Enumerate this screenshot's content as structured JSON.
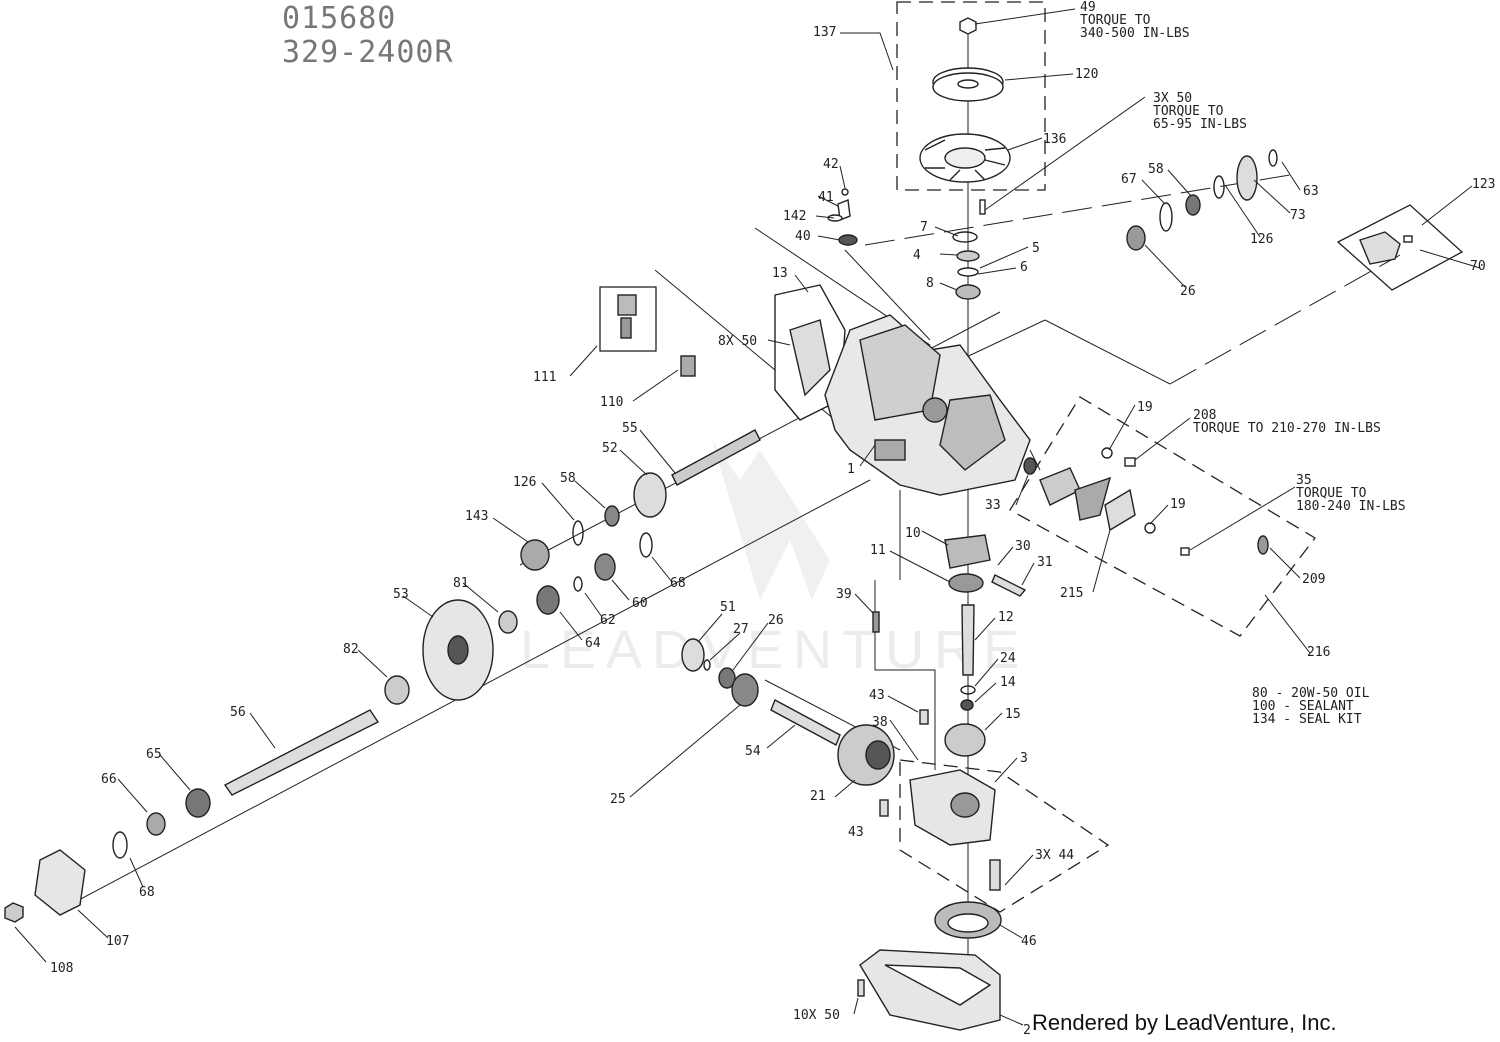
{
  "header": {
    "code1": "015680",
    "code2": "329-2400R"
  },
  "footer": {
    "text": "Rendered by LeadVenture, Inc."
  },
  "watermark": {
    "text": "LEADVENTURE",
    "color": "#ececec"
  },
  "notes": {
    "n49": [
      "49",
      "TORQUE TO",
      "340-500 IN-LBS"
    ],
    "n3x50": [
      "3X 50",
      "TORQUE TO",
      "65-95 IN-LBS"
    ],
    "n208": [
      "208",
      "TORQUE TO 210-270 IN-LBS"
    ],
    "n35": [
      "35",
      "TORQUE TO",
      "180-240 IN-LBS"
    ],
    "fluids": [
      "80 - 20W-50 OIL",
      "100 - SEALANT",
      "134 - SEAL KIT"
    ]
  },
  "labels": [
    "137",
    "120",
    "136",
    "123",
    "63",
    "73",
    "126",
    "67",
    "58",
    "26",
    "70",
    "42",
    "41",
    "142",
    "40",
    "7",
    "4",
    "5",
    "6",
    "8",
    "13",
    "8X 50",
    "111",
    "110",
    "1",
    "19",
    "208",
    "33",
    "10",
    "30",
    "31",
    "11",
    "35",
    "19",
    "215",
    "209",
    "216",
    "39",
    "12",
    "24",
    "14",
    "15",
    "3",
    "43",
    "38",
    "21",
    "25",
    "54",
    "51",
    "27",
    "26",
    "55",
    "52",
    "126",
    "58",
    "143",
    "68",
    "60",
    "62",
    "64",
    "81",
    "53",
    "82",
    "56",
    "65",
    "66",
    "68",
    "107",
    "108",
    "3X 44",
    "46",
    "10X 50",
    "2"
  ]
}
